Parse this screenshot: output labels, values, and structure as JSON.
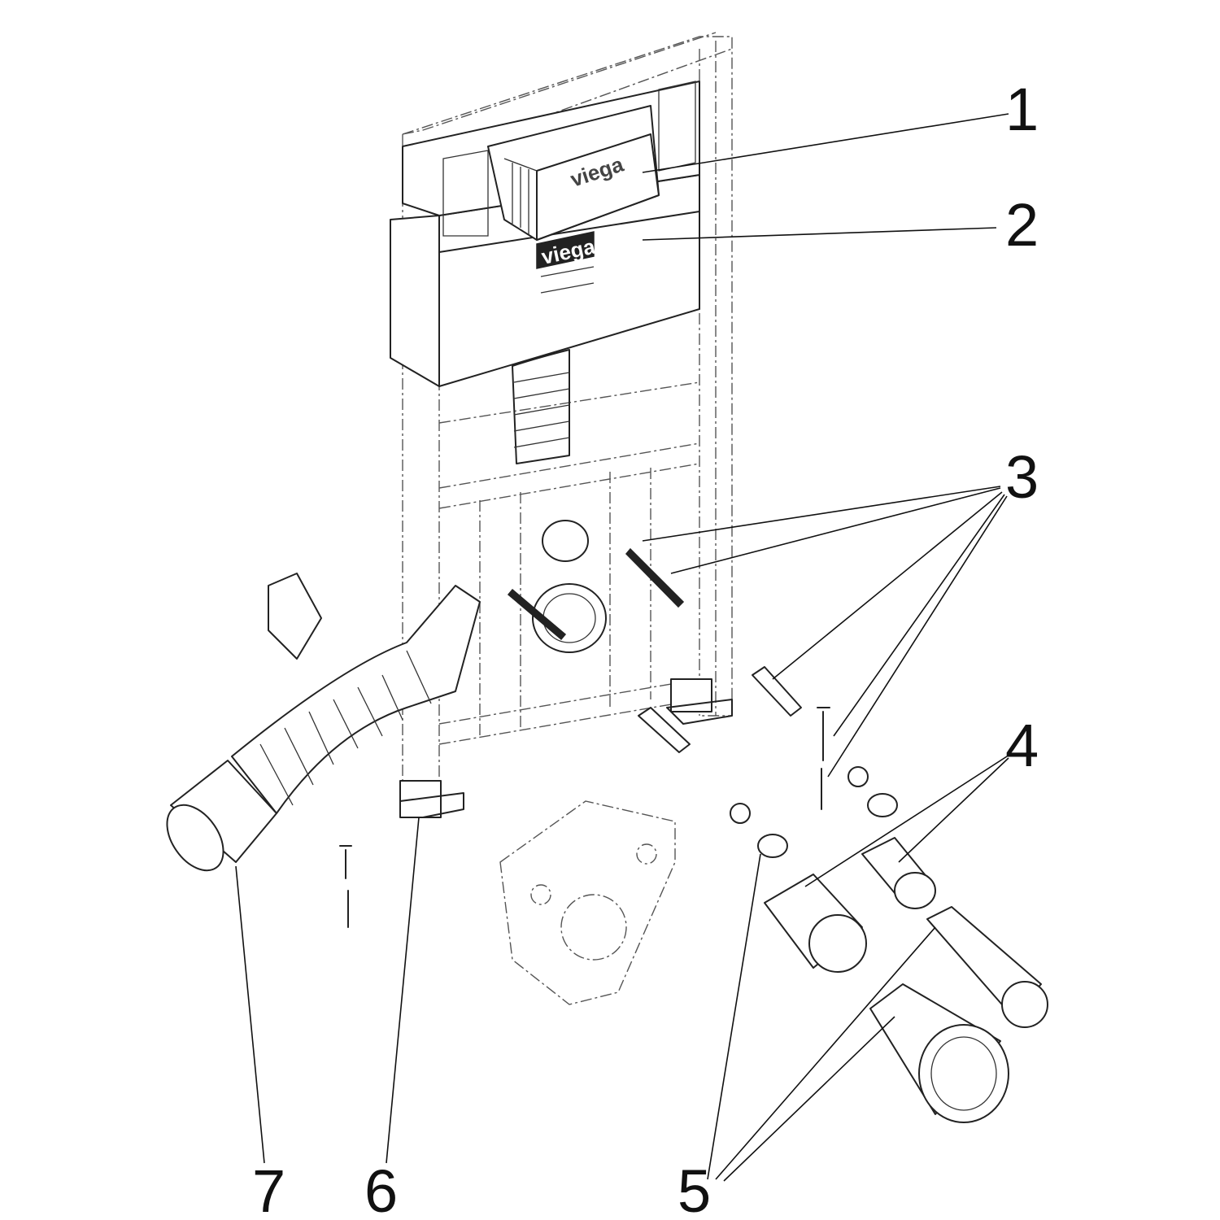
{
  "diagram": {
    "brand_logo": "viega",
    "callouts": [
      {
        "number": "1"
      },
      {
        "number": "2"
      },
      {
        "number": "3"
      },
      {
        "number": "4"
      },
      {
        "number": "5"
      },
      {
        "number": "6"
      },
      {
        "number": "7"
      }
    ]
  }
}
